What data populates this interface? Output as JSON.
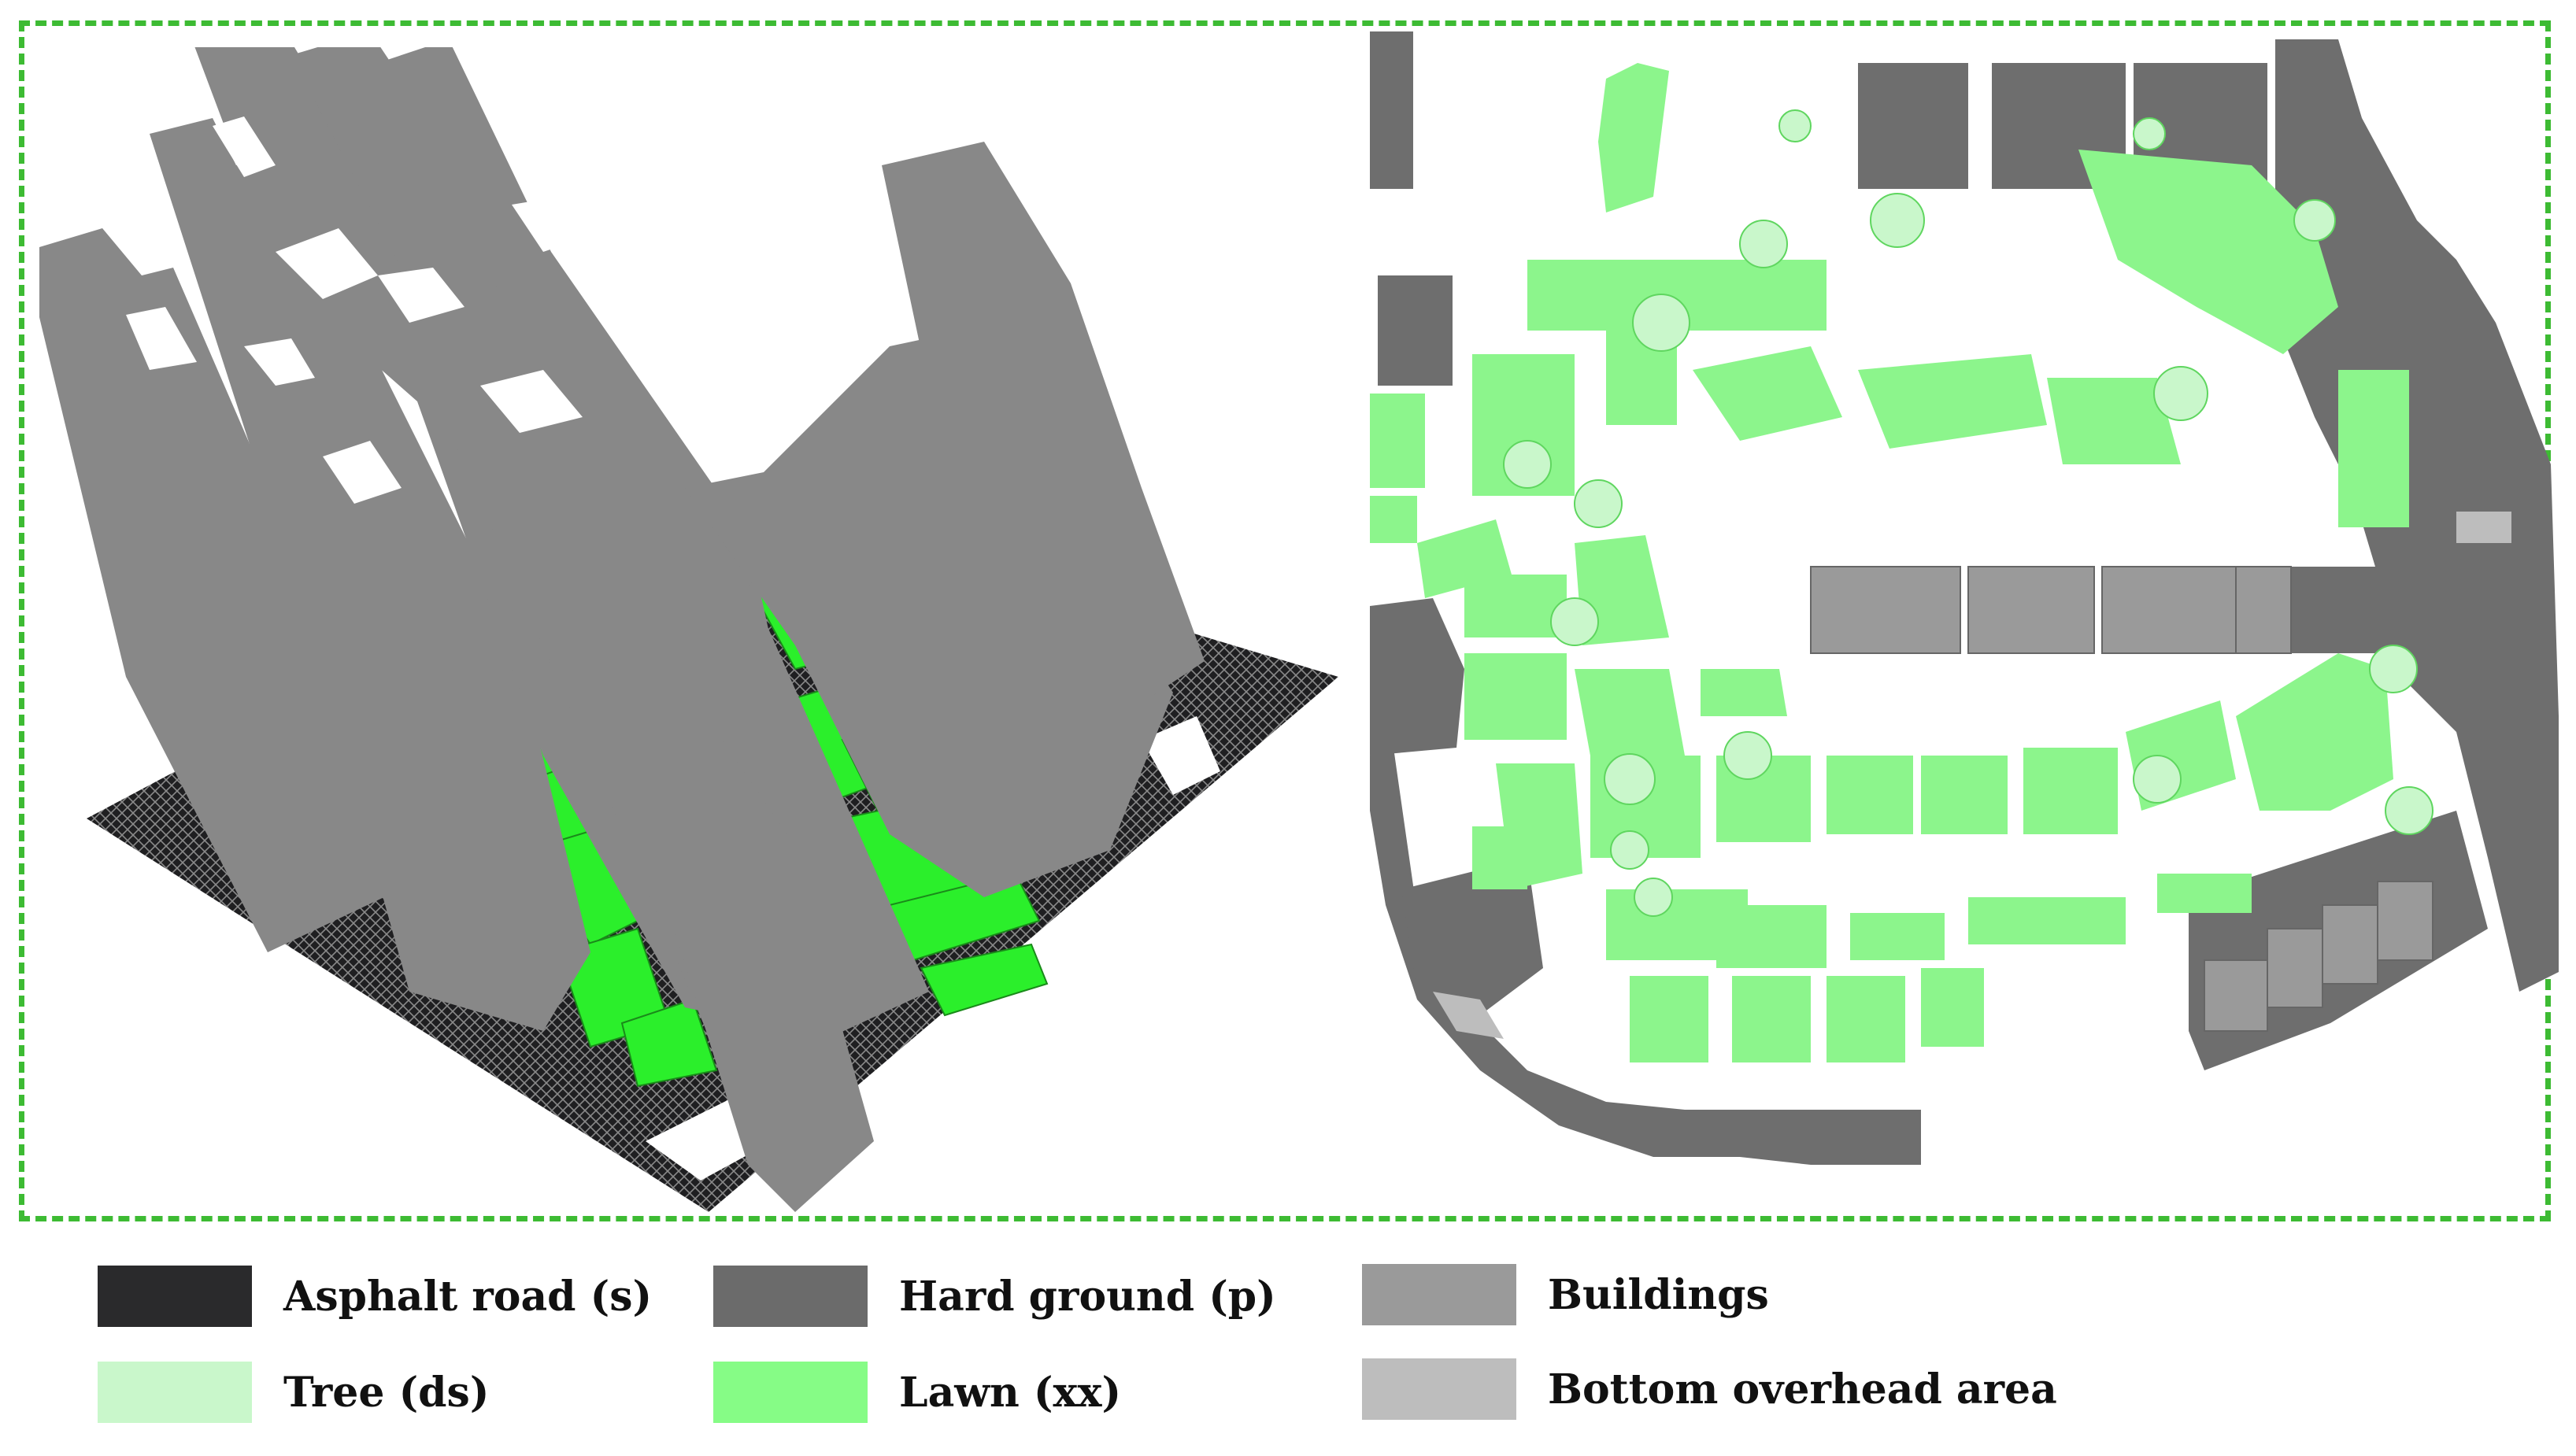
{
  "legend": {
    "items": [
      {
        "label": "Asphalt road (s)",
        "color": "#2a2a2c"
      },
      {
        "label": "Hard ground (p)",
        "color": "#6b6b6b"
      },
      {
        "label": "Buildings",
        "color": "#9a9a9a"
      },
      {
        "label": "Tree (ds)",
        "color": "#c9f7cb"
      },
      {
        "label": "Lawn (xx)",
        "color": "#86fc86"
      },
      {
        "label": "Bottom overhead area",
        "color": "#bdbdbd"
      }
    ]
  },
  "colors": {
    "frame": "#3dbb33",
    "lawn_3d": "#2bef2b",
    "building_3d": "#888888",
    "asphalt_pattern": "#2a2a2c",
    "plan_lawn": "#8cf58c",
    "plan_tree": "#c9f7cb",
    "plan_hard": "#6e6e6e",
    "plan_building": "#9a9a9a",
    "plan_overhead": "#bdbdbd"
  }
}
